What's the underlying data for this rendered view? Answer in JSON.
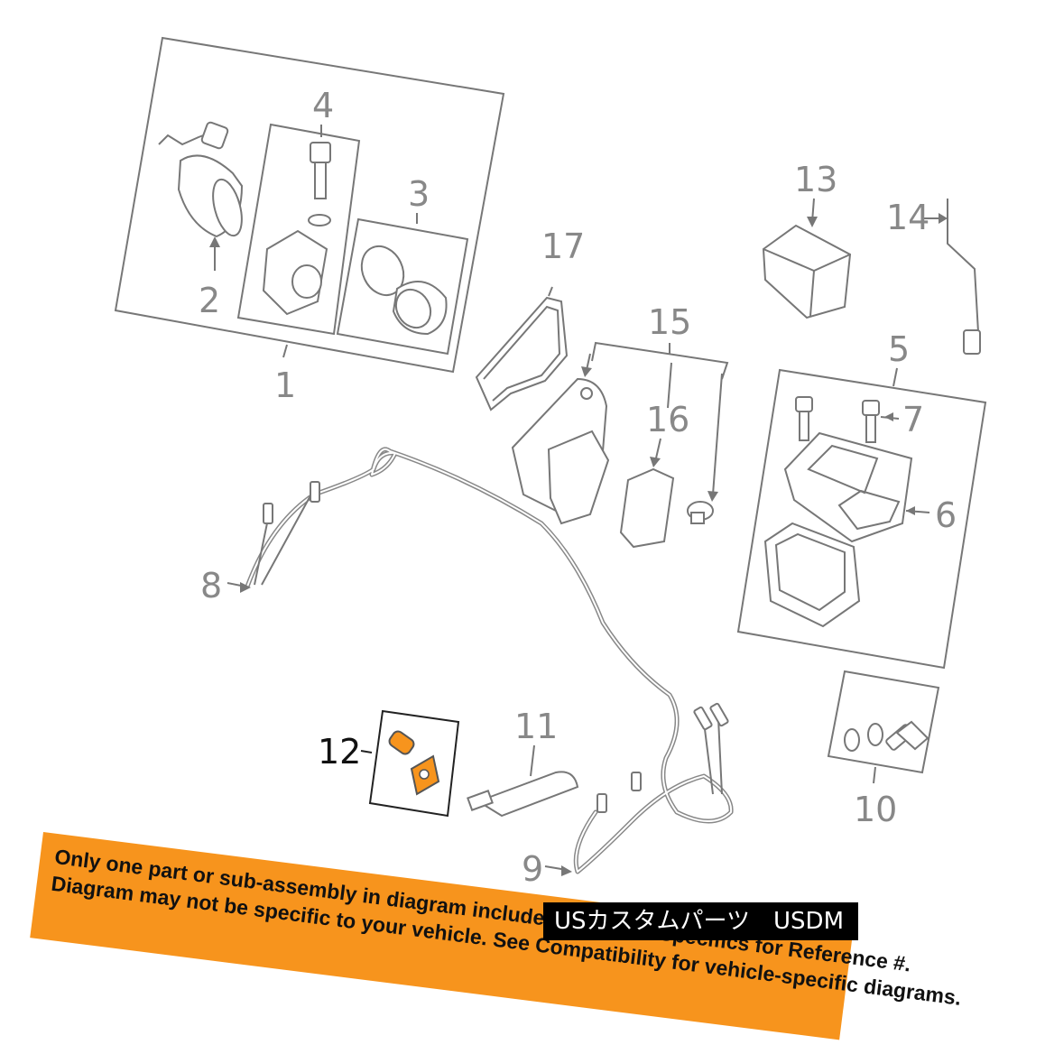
{
  "callouts": {
    "c1": "1",
    "c2": "2",
    "c3": "3",
    "c4": "4",
    "c5": "5",
    "c6": "6",
    "c7": "7",
    "c8": "8",
    "c9": "9",
    "c10": "10",
    "c11": "11",
    "c12": "12",
    "c13": "13",
    "c14": "14",
    "c15": "15",
    "c16": "16",
    "c17": "17"
  },
  "highlight_color": "#f7941d",
  "banner": {
    "line1": "Only one part or sub-assembly in diagram included. See Item Specifics for Reference #.",
    "line2": "Diagram may not be specific to your vehicle. See Compatibility for vehicle-specific diagrams."
  },
  "watermark": "USカスタムパーツ　USDM"
}
